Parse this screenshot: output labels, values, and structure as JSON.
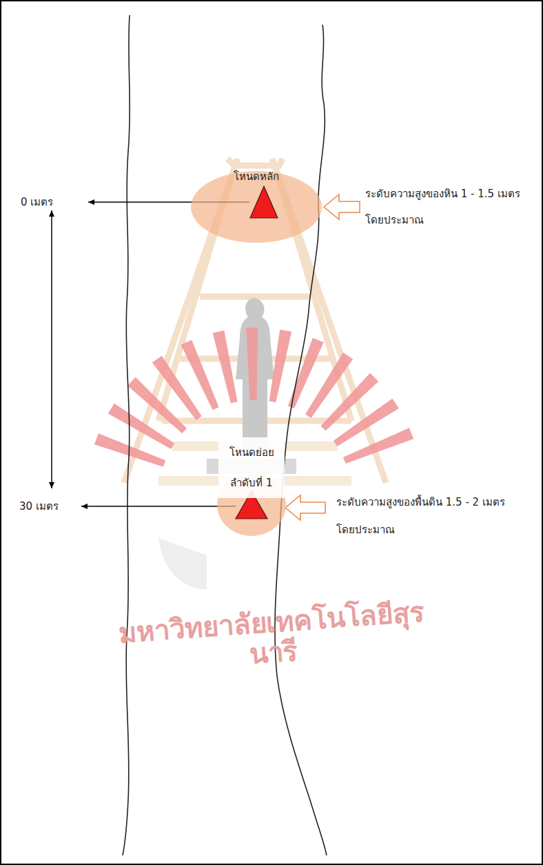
{
  "diagram": {
    "nodes": [
      {
        "text": [
          "โหนดหลัก"
        ]
      },
      {
        "text": [
          "โหนดย่อย ลำดับที่ 1"
        ]
      }
    ],
    "labels": [
      "0 เมตร",
      "30 เมตร",
      "ระดับความสูงของหิน 1 - 1.5 เมตร โดยประมาณ",
      "ระดับความสูงของพื้นดิน 1.5 - 2 เมตร โดยประมาณ",
      "มหาวิทยาลัยเทคโนโลยีสุรนารี"
    ]
  }
}
